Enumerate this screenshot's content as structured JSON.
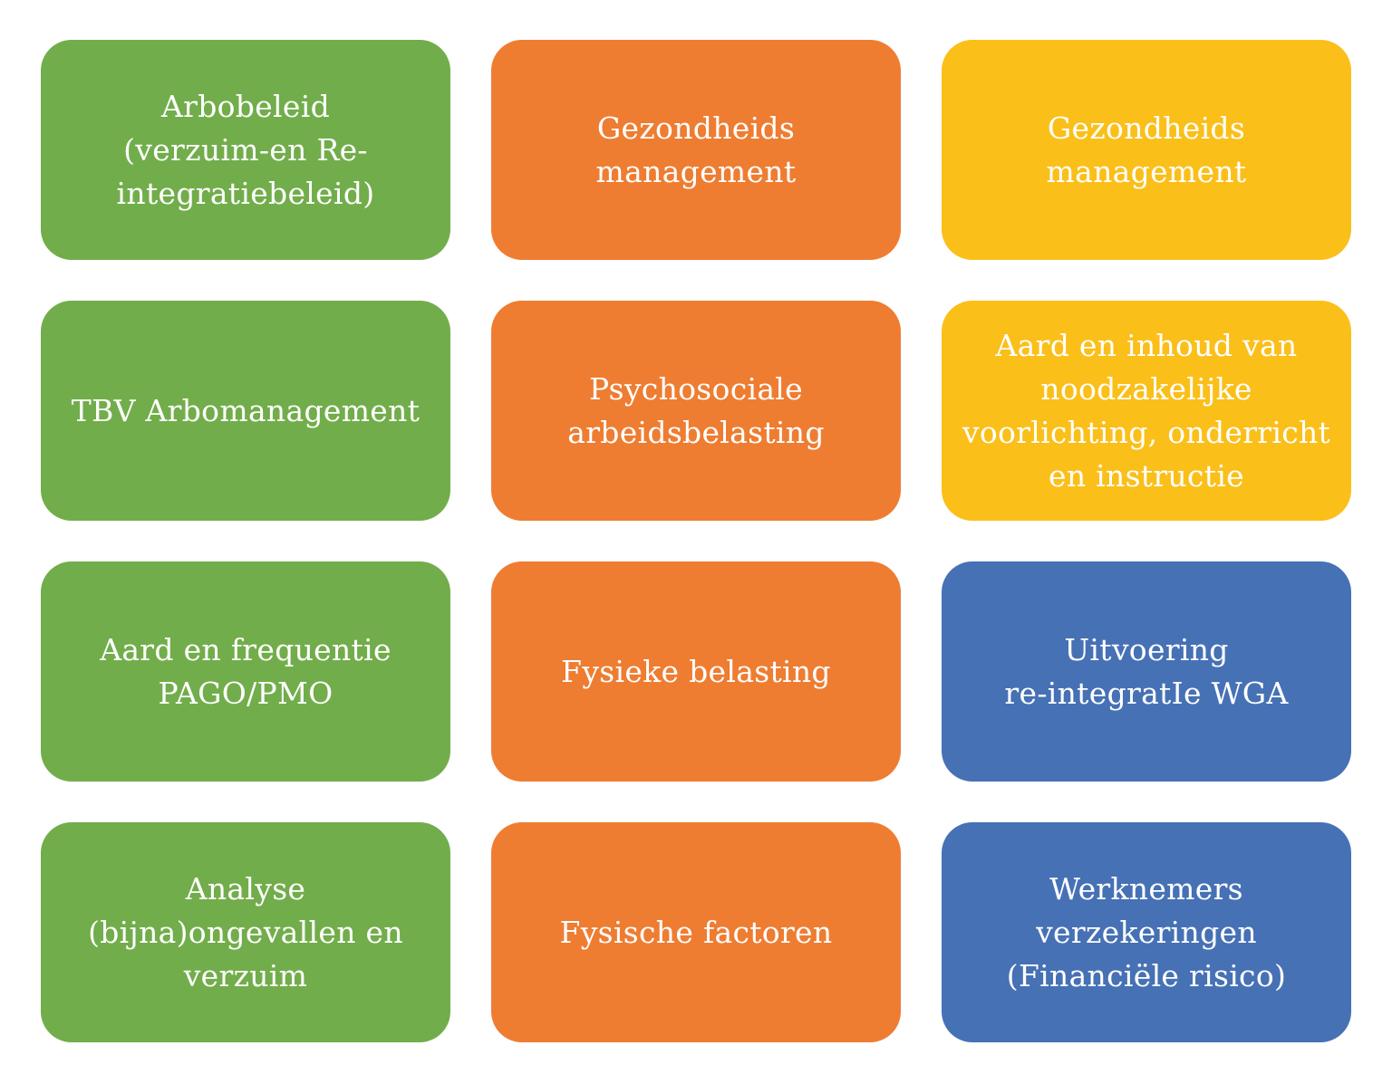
{
  "colors": {
    "green": "#72ad4b",
    "orange": "#ee7d32",
    "yellow": "#fbbf1a",
    "blue": "#4671b5",
    "text": "#ffffff",
    "background": "#ffffff"
  },
  "tiles": [
    {
      "row": 1,
      "col": 1,
      "color": "green",
      "label": "Arbobeleid\n(verzuim-en Re-\nintegratiebeleid)"
    },
    {
      "row": 1,
      "col": 2,
      "color": "orange",
      "label": "Gezondheids\nmanagement"
    },
    {
      "row": 1,
      "col": 3,
      "color": "yellow",
      "label": "Gezondheids\nmanagement"
    },
    {
      "row": 2,
      "col": 1,
      "color": "green",
      "label": "TBV Arbomanagement"
    },
    {
      "row": 2,
      "col": 2,
      "color": "orange",
      "label": "Psychosociale\narbeidsbelasting"
    },
    {
      "row": 2,
      "col": 3,
      "color": "yellow",
      "label": "Aard en inhoud van\nnoodzakelijke\nvoorlichting, onderricht\nen instructie"
    },
    {
      "row": 3,
      "col": 1,
      "color": "green",
      "label": "Aard en frequentie\nPAGO/PMO"
    },
    {
      "row": 3,
      "col": 2,
      "color": "orange",
      "label": "Fysieke belasting"
    },
    {
      "row": 3,
      "col": 3,
      "color": "blue",
      "label": "Uitvoering\nre-integratIe WGA"
    },
    {
      "row": 4,
      "col": 1,
      "color": "green",
      "label": "Analyse\n(bijna)ongevallen en\nverzuim"
    },
    {
      "row": 4,
      "col": 2,
      "color": "orange",
      "label": "Fysische factoren"
    },
    {
      "row": 4,
      "col": 3,
      "color": "blue",
      "label": "Werknemers\nverzekeringen\n(Financiële risico)"
    }
  ]
}
